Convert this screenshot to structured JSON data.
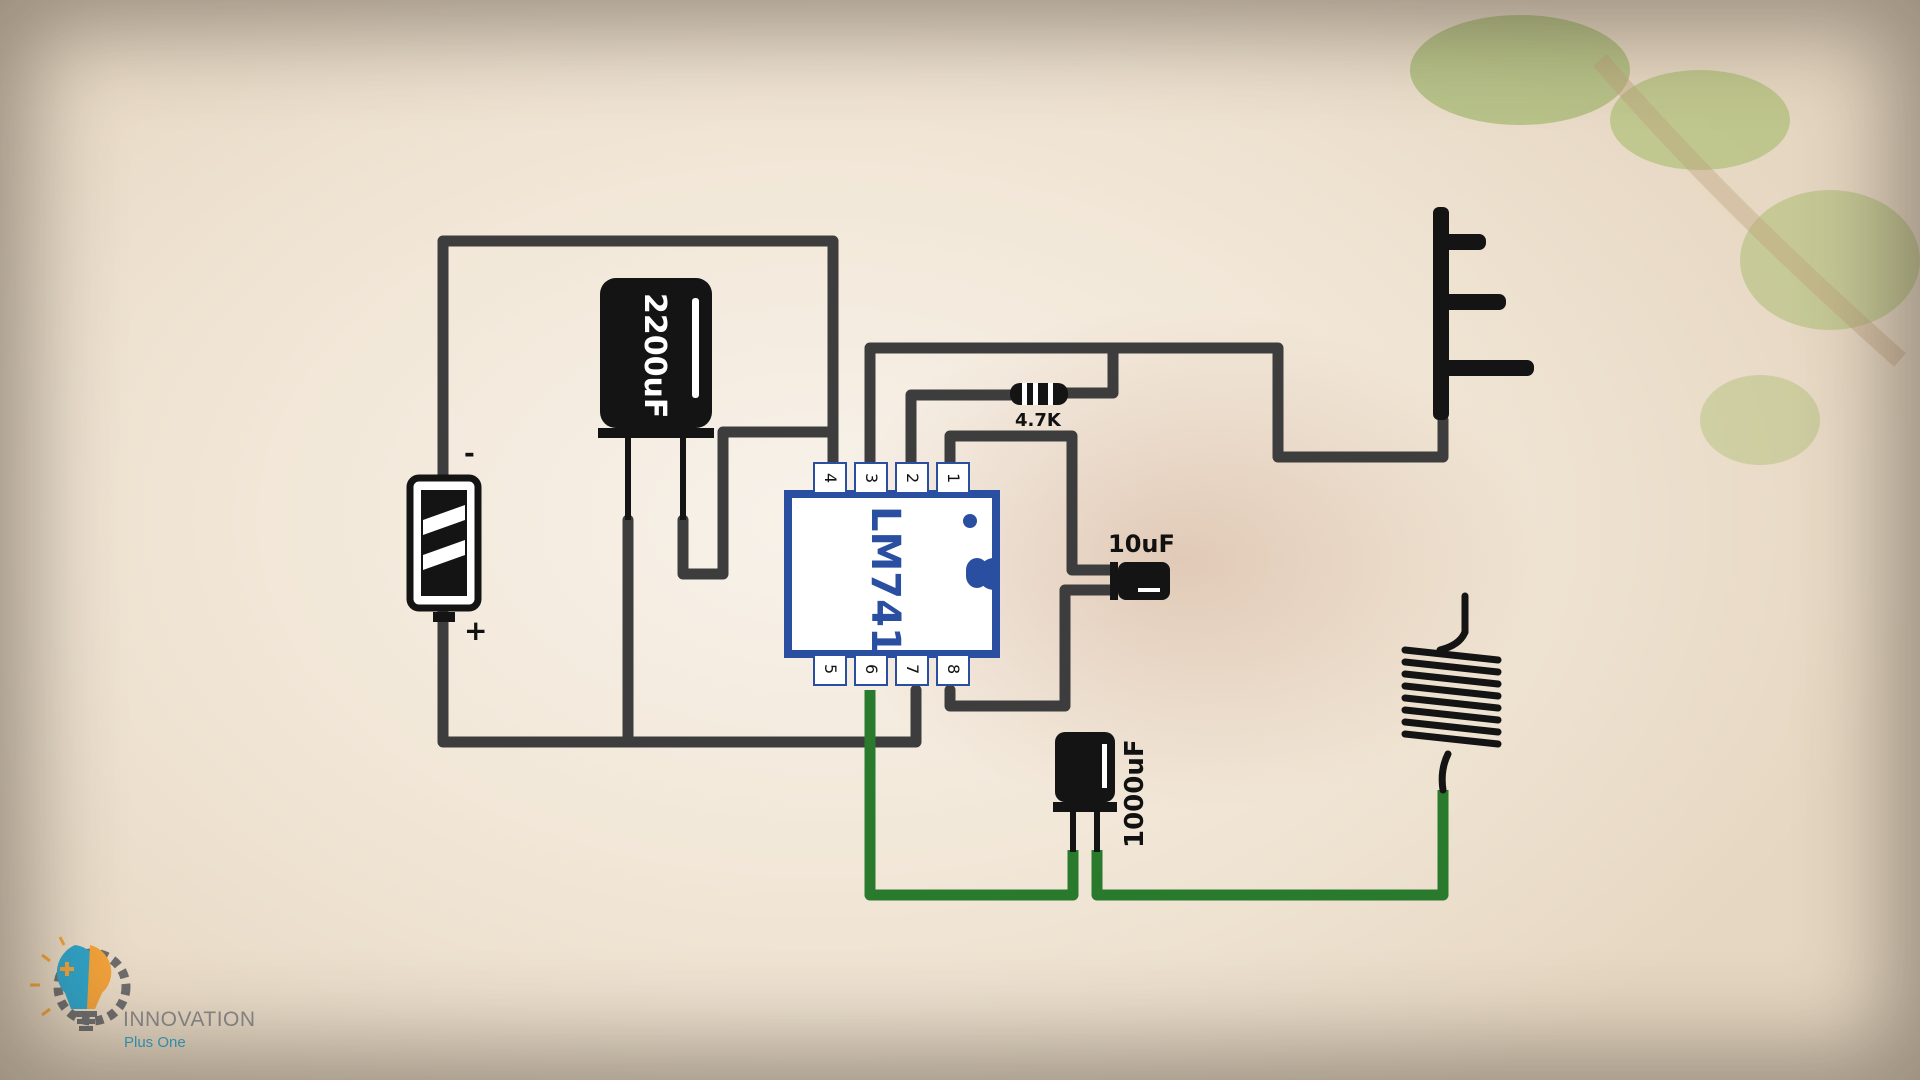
{
  "components": {
    "battery": {
      "minus": "-",
      "plus": "+"
    },
    "cap_large": {
      "label": "2200uF"
    },
    "resistor": {
      "label": "4.7K"
    },
    "cap_small": {
      "label": "10uF"
    },
    "cap_mid": {
      "label": "1000uF"
    },
    "ic": {
      "label": "LM741",
      "top_pins": [
        "4",
        "3",
        "2",
        "1"
      ],
      "bottom_pins": [
        "5",
        "6",
        "7",
        "8"
      ]
    }
  },
  "logo": {
    "line1": "INNOVATION",
    "line2": "Plus One"
  },
  "colors": {
    "wire": "#3d3d3d",
    "green_wire": "#2a7a2e",
    "ic_border": "#2a4fa0",
    "component": "#141414"
  }
}
